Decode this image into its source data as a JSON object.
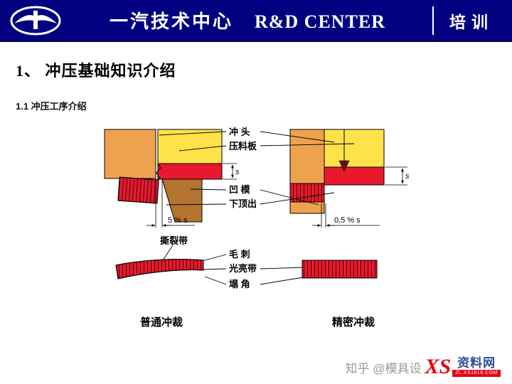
{
  "header": {
    "org_cn": "一汽技术中心",
    "org_en": "R&D CENTER",
    "badge": "培训"
  },
  "slide": {
    "title": "1、 冲压基础知识介绍",
    "subtitle": "1.1 冲压工序介绍"
  },
  "diagram": {
    "labels": {
      "punch": "冲 头",
      "pressure_plate": "压料板",
      "die": "凹 模",
      "ejector": "下顶出",
      "tear_band": "撕裂带",
      "burr": "毛 刺",
      "bright_band": "光亮带",
      "rollover": "塌 角"
    },
    "dims": {
      "left_clearance": "5 % s",
      "right_clearance": "0,5 % s",
      "thickness": "s"
    },
    "captions": {
      "left": "普通冲裁",
      "right": "精密冲裁"
    },
    "colors": {
      "header_blue": "#000080",
      "orange": "#EFA24E",
      "yellow": "#FFE24A",
      "red": "#E8192C",
      "brown": "#B4742F",
      "dark_notch": "#6E0B12"
    }
  },
  "watermark": {
    "prefix": "知乎 @模具设",
    "logo_xs": "XS",
    "logo_name": "资料网",
    "logo_domain": "ZL.XS1616.COM"
  }
}
